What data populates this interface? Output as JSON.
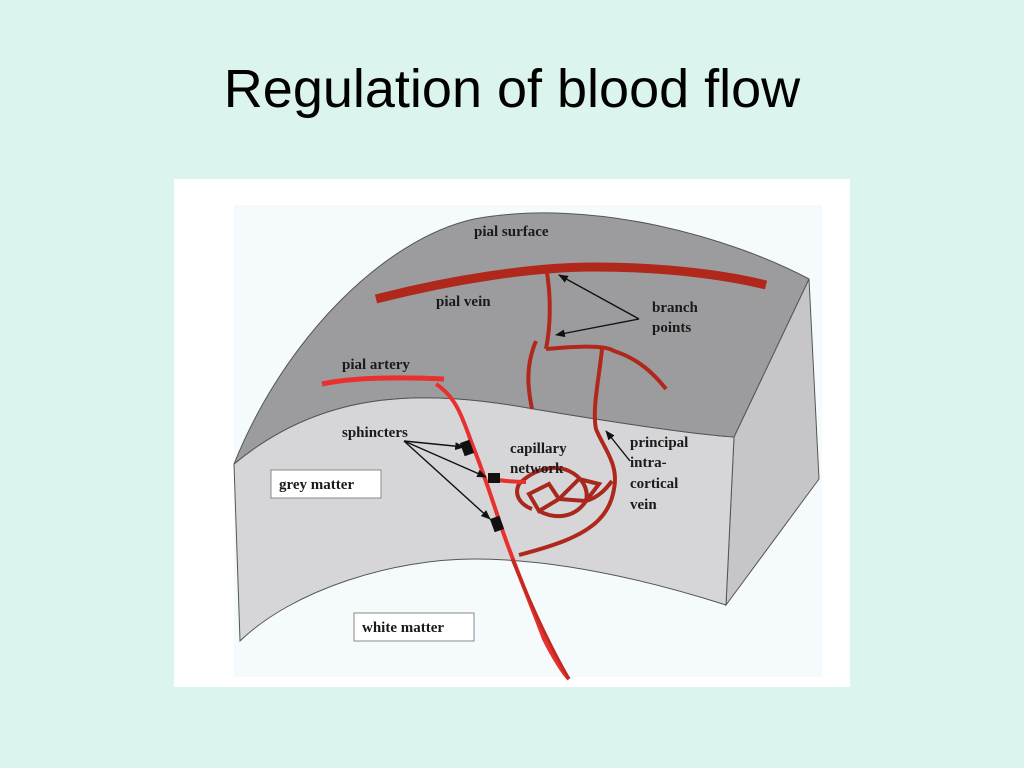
{
  "slide": {
    "title": "Regulation of blood flow"
  },
  "diagram": {
    "labels": {
      "pial_surface": "pial surface",
      "pial_vein": "pial vein",
      "branch_points_1": "branch",
      "branch_points_2": "points",
      "pial_artery": "pial artery",
      "sphincters": "sphincters",
      "capillary_network_1": "capillary",
      "capillary_network_2": "network",
      "principal_vein_1": "principal",
      "principal_vein_2": "intra-",
      "principal_vein_3": "cortical",
      "principal_vein_4": "vein",
      "grey_matter": "grey matter",
      "white_matter": "white matter"
    },
    "colors": {
      "vein": "#b0281c",
      "artery": "#e8302f",
      "surface_top": "#9a9a9c",
      "surface_front": "#d2d2d4",
      "background": "#dcf4ee"
    }
  }
}
